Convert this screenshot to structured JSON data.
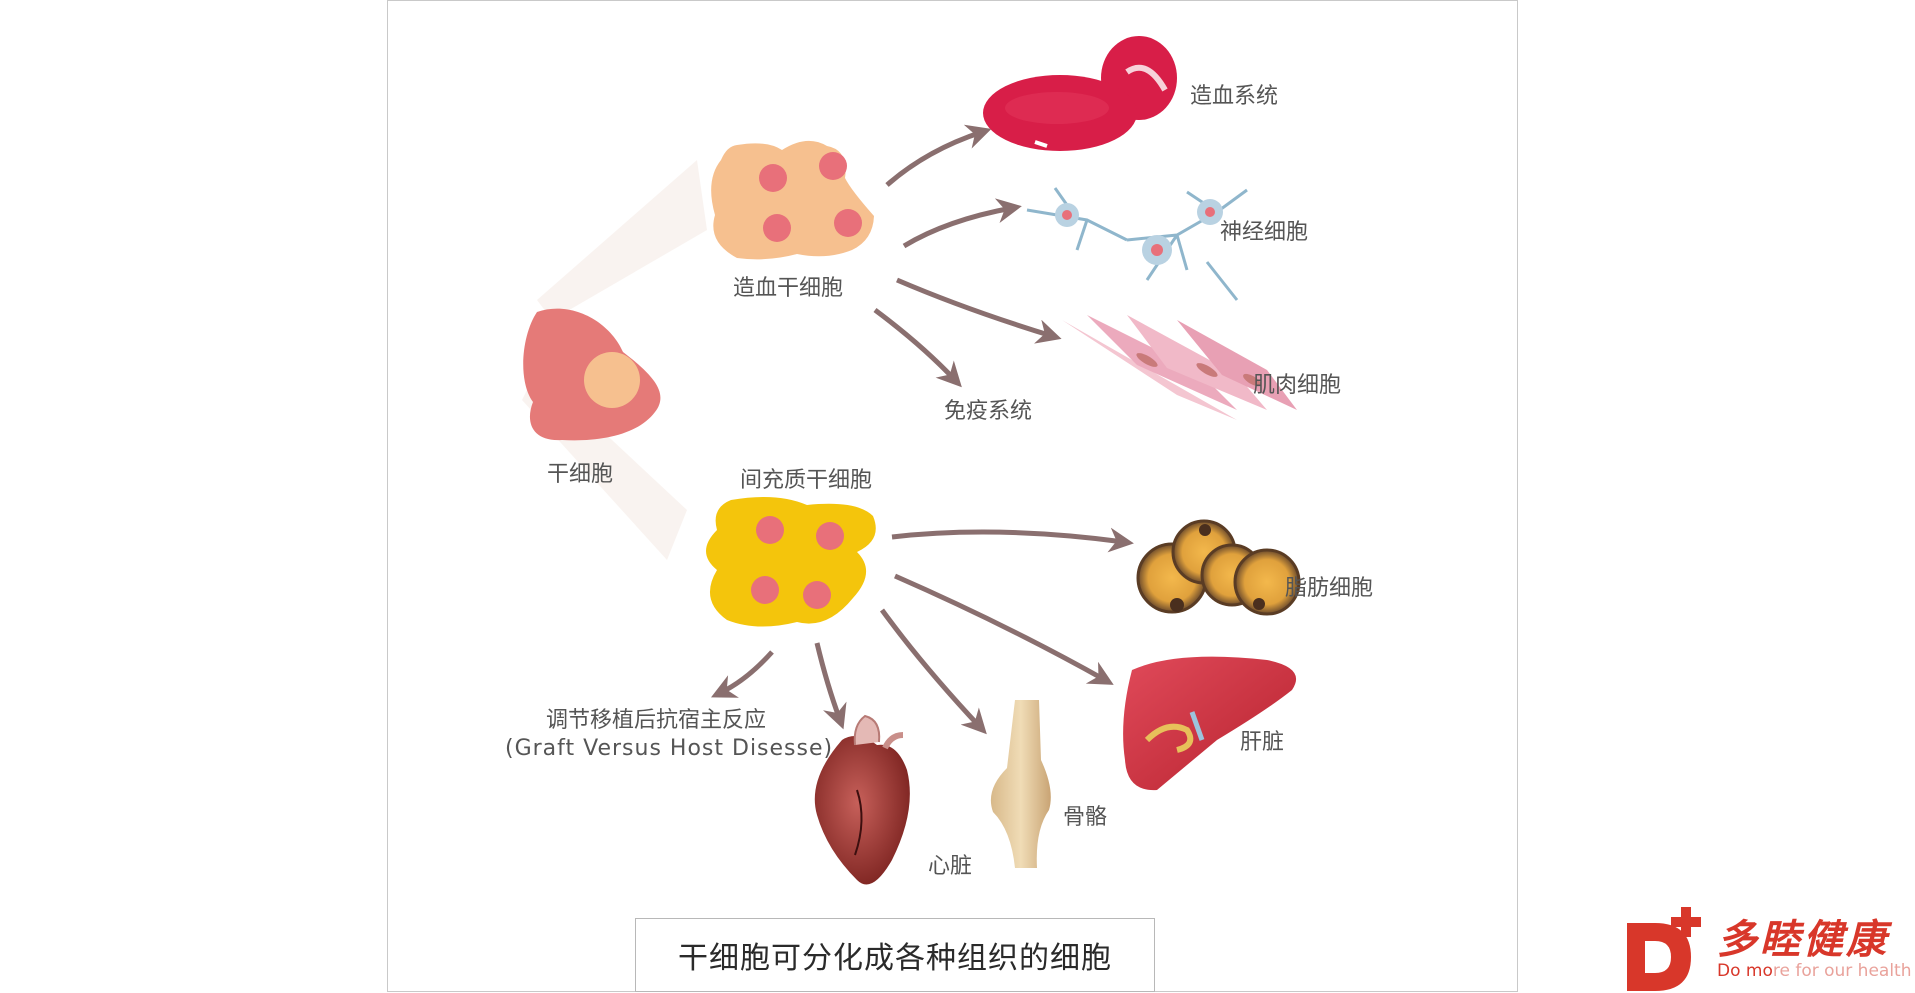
{
  "diagram": {
    "nodes": {
      "stem_cell": "干细胞",
      "hematopoietic_stem_cell": "造血干细胞",
      "mesenchymal_stem_cell": "间充质干细胞",
      "blood_system": "造血系统",
      "nerve_cell": "神经细胞",
      "muscle_cell": "肌肉细胞",
      "immune_system": "免疫系统",
      "fat_cell": "脂肪细胞",
      "liver": "肝脏",
      "bone": "骨骼",
      "heart": "心脏",
      "gvhd_cn": "调节移植后抗宿主反应",
      "gvhd_en": "(Graft Versus Host Disesse)"
    },
    "caption": "干细胞可分化成各种组织的细胞"
  },
  "logo": {
    "name": "多睦健康",
    "slogan_strong": "Do mo",
    "slogan_light": "re for our health"
  },
  "colors": {
    "arrow": "#8a6f6f",
    "stem_cell": "#e57a78",
    "hsc": "#f6c08f",
    "msc": "#f4c50c",
    "nucleus": "#e8707a",
    "blood": "#d81e48",
    "brand": "#d8372a"
  }
}
